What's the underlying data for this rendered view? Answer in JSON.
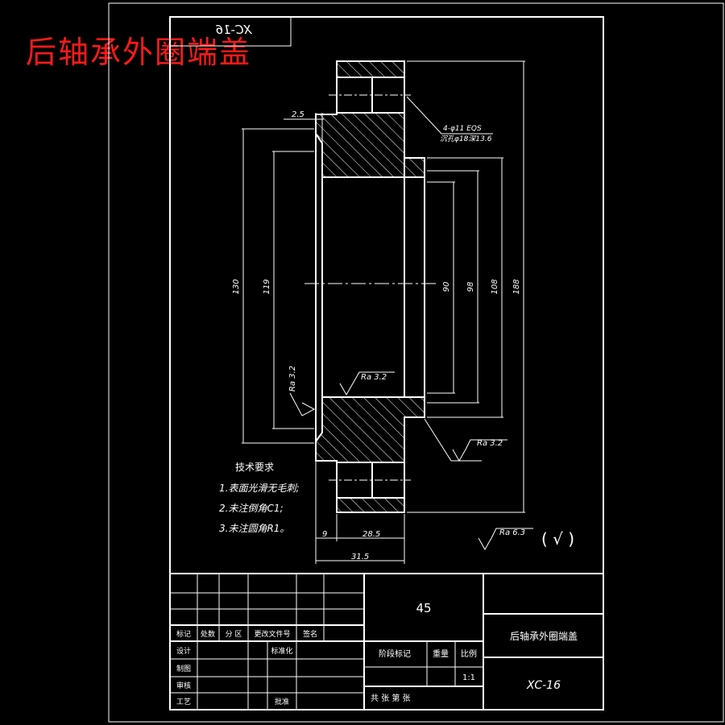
{
  "page_title": "后轴承外圈端盖",
  "corner_code_mirrored": "XC-16",
  "material": "45",
  "part_name": "后轴承外圈端盖",
  "drawing_no": "XC-16",
  "dimensions": {
    "d_2_5": "2.5",
    "d_130": "130",
    "d_119": "119",
    "d_90": "90",
    "d_98": "98",
    "d_108": "108",
    "d_188": "188",
    "d_9": "9",
    "d_28_5": "28.5",
    "d_31_5": "31.5",
    "hole_line1": "4-φ11 EQS",
    "hole_line2": "沉孔φ18深13.6"
  },
  "roughness": {
    "ra_left": "Ra 3.2",
    "ra_bore": "Ra 3.2",
    "ra_right": "Ra 3.2",
    "ra_general": "Ra 6.3",
    "ra_general_rest": "( √ )"
  },
  "tech_requirements": {
    "title": "技术要求",
    "items": [
      "1.表面光滑无毛刺;",
      "2.未注倒角C1;",
      "3.未注圆角R1。"
    ]
  },
  "title_block": {
    "col_labels": [
      "标记",
      "处数",
      "分 区",
      "更改文件号",
      "签名"
    ],
    "row_design": "设计",
    "row_standard": "标准化",
    "row_drafting": "制图",
    "row_review": "审核",
    "row_process": "工艺",
    "row_approve": "批准",
    "stage_mark": "阶段标记",
    "weight": "重量",
    "scale": "比例",
    "scale_value": "1:1",
    "sheets": "共   张 第   张"
  }
}
